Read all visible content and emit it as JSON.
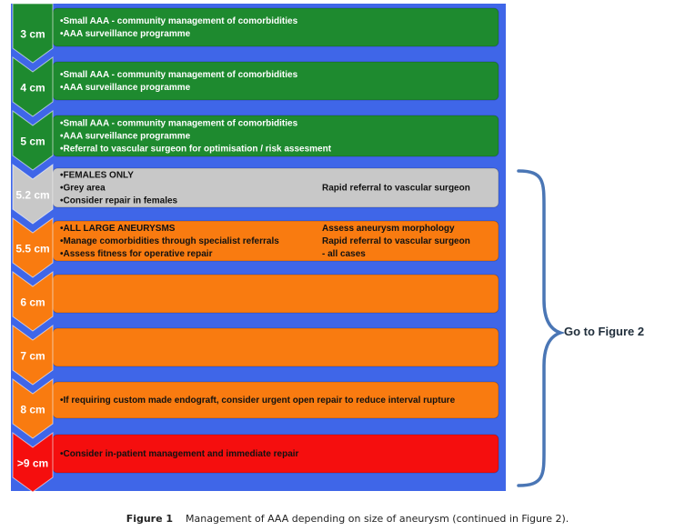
{
  "levels": [
    {
      "label": "3 cm",
      "lines": [
        "•Small AAA - community management of comorbidities",
        "•AAA surveillance programme"
      ]
    },
    {
      "label": "4 cm",
      "lines": [
        "•Small AAA - community management of comorbidities",
        "•AAA surveillance programme"
      ]
    },
    {
      "label": "5 cm",
      "lines": [
        "•Small AAA - community management of comorbidities",
        "•AAA surveillance programme",
        "•Referral to vascular surgeon for optimisation / risk assesment"
      ]
    },
    {
      "label": "5.2 cm",
      "lines": [
        "•FEMALES ONLY",
        "•Grey area",
        "•Consider repair in females"
      ],
      "right_lines": [
        "",
        "Rapid referral to vascular surgeon",
        ""
      ]
    },
    {
      "label": "5.5 cm",
      "lines": [
        "•ALL LARGE ANEURYSMS",
        "•Manage comorbidities through specialist referrals",
        "•Assess fitness for operative repair"
      ],
      "right_lines": [
        "Assess aneurysm morphology",
        "Rapid referral to vascular surgeon",
        " - all cases"
      ]
    },
    {
      "label": "6 cm",
      "lines": []
    },
    {
      "label": "7 cm",
      "lines": []
    },
    {
      "label": "8 cm",
      "lines": [
        "•If requiring custom made endograft, consider urgent open repair to reduce interval rupture"
      ]
    },
    {
      "label": ">9 cm",
      "lines": [
        "•Consider in-patient management and immediate repair"
      ]
    }
  ],
  "bracket_text": "Go to Figure 2",
  "caption": {
    "figure_number": "Figure 1",
    "text": "Management of AAA depending on size of aneurysm (continued in Figure 2)."
  },
  "colors": {
    "background_panel": "#3f66e8",
    "green": "#1e8a2f",
    "grey": "#c8c8c8",
    "orange": "#f97b10",
    "red": "#f50e0e",
    "bracket": "#4a76b5"
  }
}
